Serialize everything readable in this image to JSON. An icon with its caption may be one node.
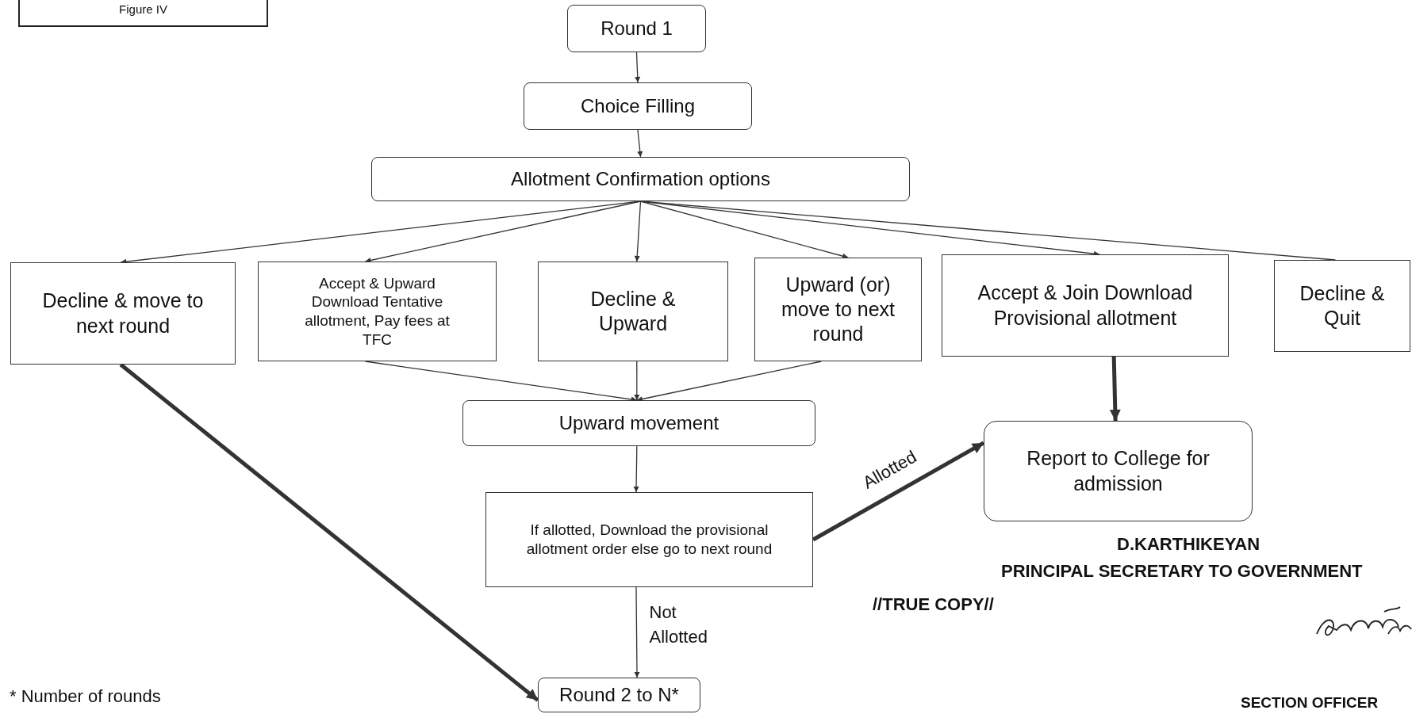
{
  "diagram": {
    "nodes": [
      {
        "text": [
          "Round 1"
        ]
      },
      {
        "text": [
          "Choice Filling"
        ]
      },
      {
        "text": [
          "Allotment Confirmation options"
        ]
      },
      {
        "text": [
          "Decline & move to next round"
        ]
      },
      {
        "text": [
          "Accept & Upward Download Tentative allotment, Pay fees at TFC"
        ]
      },
      {
        "text": [
          "Decline & Upward"
        ]
      },
      {
        "text": [
          "Upward (or) move to next round"
        ]
      },
      {
        "text": [
          "Accept & Join Download Provisional allotment"
        ]
      },
      {
        "text": [
          "Decline & Quit"
        ]
      },
      {
        "text": [
          "Upward movement"
        ]
      },
      {
        "text": [
          "If allotted, Download the  provisional allotment order else go to next round"
        ]
      },
      {
        "text": [
          "Report to College for admission"
        ]
      },
      {
        "text": [
          "Round 2 to N*"
        ]
      }
    ],
    "edges": [
      {
        "from": 0,
        "to": 1,
        "arrow": "to"
      },
      {
        "from": 1,
        "to": 2,
        "arrow": "to"
      },
      {
        "from": 2,
        "to": 3,
        "arrow": "to"
      },
      {
        "from": 2,
        "to": 4,
        "arrow": "to"
      },
      {
        "from": 2,
        "to": 5,
        "arrow": "to"
      },
      {
        "from": 2,
        "to": 6,
        "arrow": "to"
      },
      {
        "from": 2,
        "to": 7,
        "arrow": "to"
      },
      {
        "from": 2,
        "to": 8,
        "arrow": "none"
      },
      {
        "from": 4,
        "to": 9,
        "arrow": "to"
      },
      {
        "from": 5,
        "to": 9,
        "arrow": "to"
      },
      {
        "from": 6,
        "to": 9,
        "arrow": "to"
      },
      {
        "from": 7,
        "to": 11,
        "arrow": "to",
        "style": "thick"
      },
      {
        "from": 9,
        "to": 10,
        "arrow": "to"
      },
      {
        "from": 10,
        "to": 11,
        "arrow": "to",
        "label": "Allotted",
        "style": "thick"
      },
      {
        "from": 10,
        "to": 12,
        "arrow": "to",
        "label": "Not Allotted"
      },
      {
        "from": 3,
        "to": 12,
        "arrow": "to",
        "style": "thick"
      }
    ],
    "labels": [
      "Figure IV",
      "D.KARTHIKEYAN",
      "PRINCIPAL SECRETARY TO GOVERNMENT",
      "//TRUE COPY//",
      "* Number of rounds",
      "SECTION OFFICER"
    ]
  }
}
